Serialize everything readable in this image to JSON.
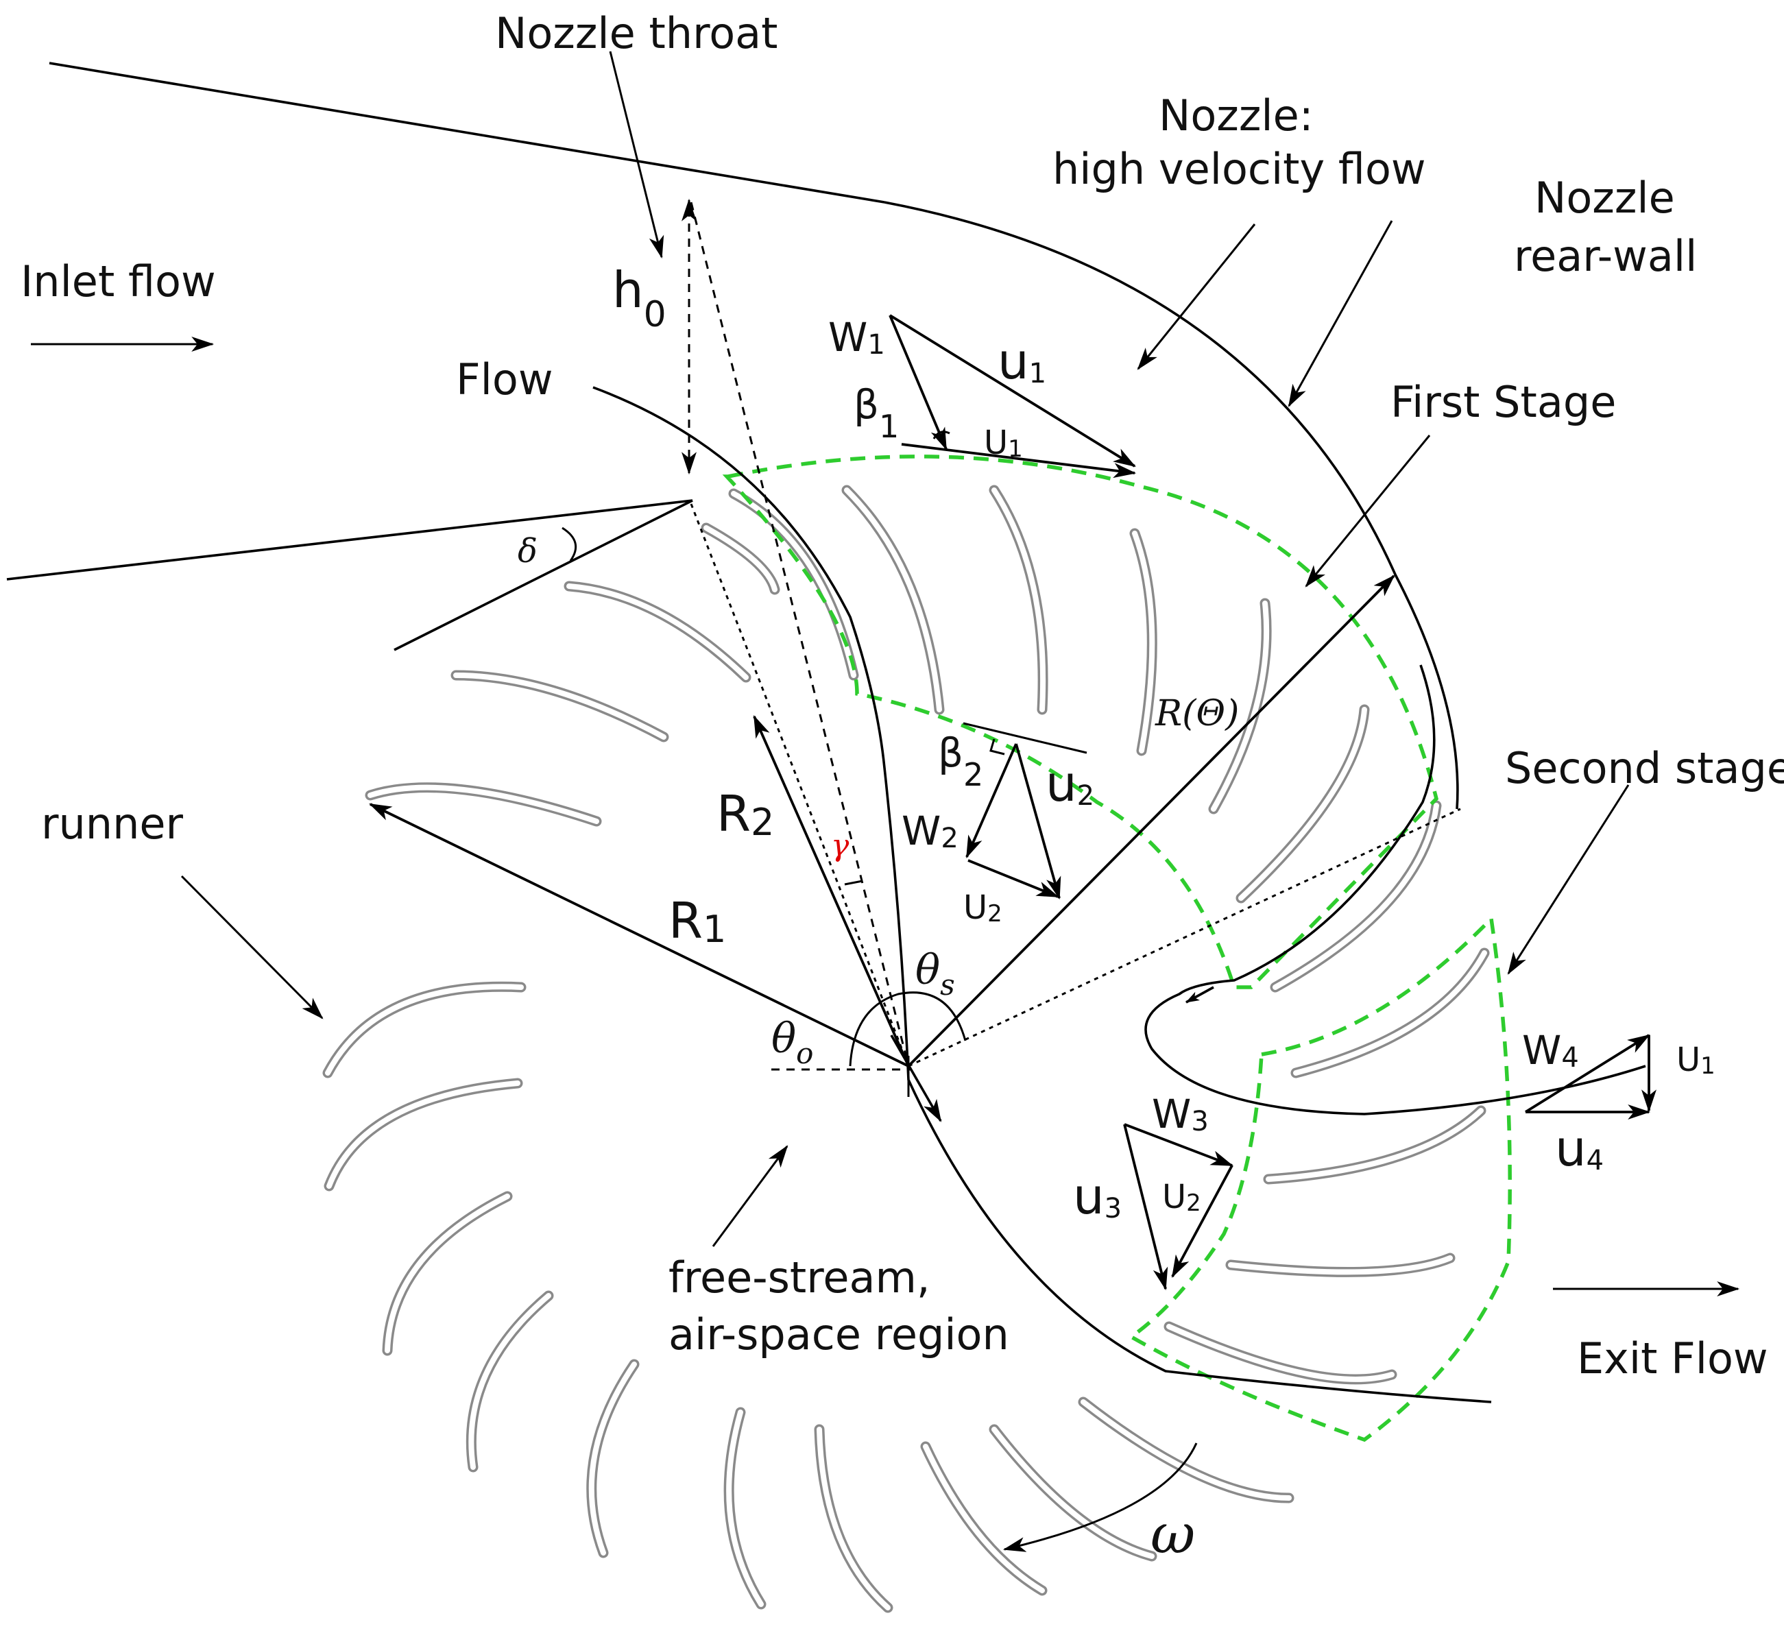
{
  "labels": {
    "nozzle_throat": "Nozzle throat",
    "nozzle_high_velocity_1": "Nozzle:",
    "nozzle_high_velocity_2": "high velocity flow",
    "nozzle_rear_wall_1": "Nozzle",
    "nozzle_rear_wall_2": "rear-wall",
    "inlet_flow": "Inlet flow",
    "flow": "Flow",
    "first_stage": "First Stage",
    "second_stage": "Second stage",
    "runner": "runner",
    "free_stream_1": "free-stream,",
    "free_stream_2": "air-space region",
    "exit_flow": "Exit Flow"
  },
  "symbols": {
    "h0_main": "h",
    "h0_sub": "0",
    "delta": "δ",
    "W1_main": "W",
    "W1_sub": "1",
    "u1_main": "u",
    "u1_sub": "1",
    "beta1_main": "β",
    "beta1_sub": "1",
    "U1_main": "U",
    "U1_sub": "1",
    "R_theta": "R(Θ)",
    "beta2_main": "β",
    "beta2_sub": "2",
    "u2_main": "u",
    "u2_sub": "2",
    "W2_main": "W",
    "W2_sub": "2",
    "U2_main": "U",
    "U2_sub": "2",
    "R2_main": "R",
    "R2_sub": "2",
    "gamma": "γ",
    "R1_main": "R",
    "R1_sub": "1",
    "theta_s_main": "θ",
    "theta_s_sub": "s",
    "theta_o_main": "θ",
    "theta_o_sub": "o",
    "W3_main": "W",
    "W3_sub": "3",
    "u3_main": "u",
    "u3_sub": "3",
    "U2b_main": "U",
    "U2b_sub": "2",
    "W4_main": "W",
    "W4_sub": "4",
    "U1b_main": "U",
    "U1b_sub": "1",
    "u4_main": "u",
    "u4_sub": "4",
    "omega": "ω"
  },
  "colors": {
    "stage_boundary": "#2ecc2e",
    "gamma": "#e00000",
    "blade": "#8a8a8a"
  }
}
